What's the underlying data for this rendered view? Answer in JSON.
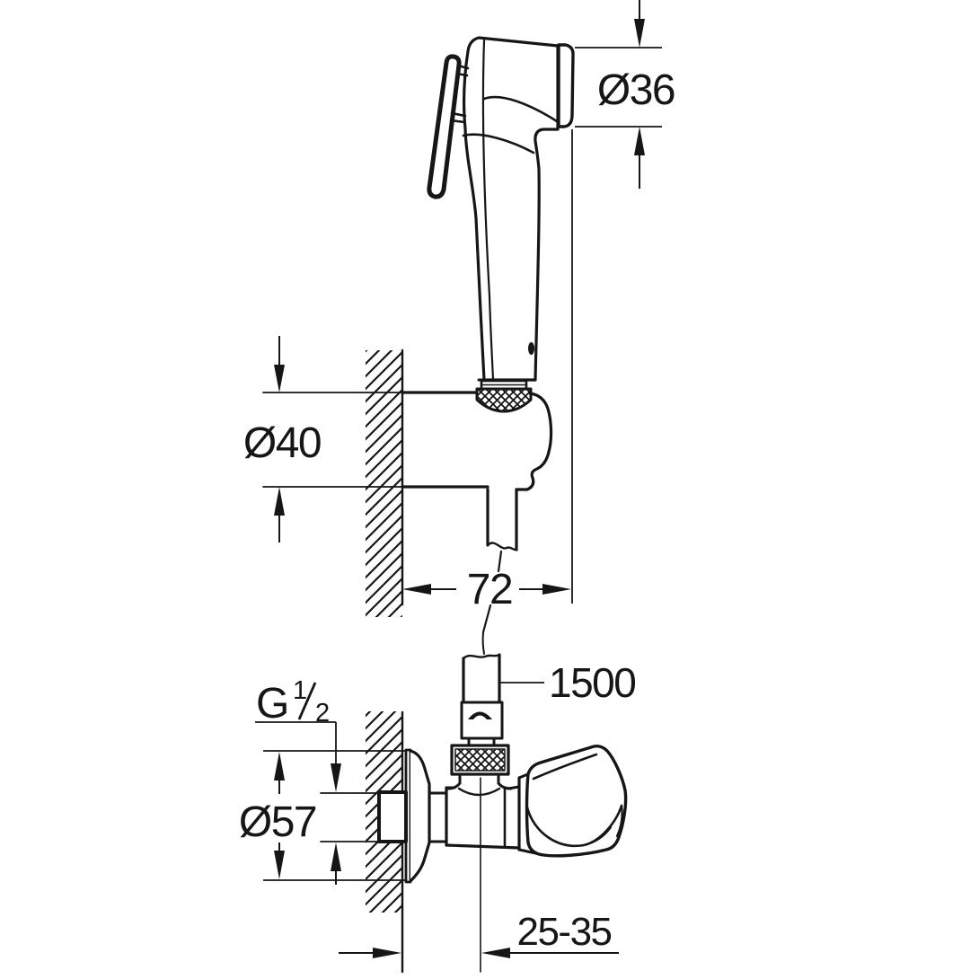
{
  "drawing": {
    "background": "#ffffff",
    "line_color": "#161616",
    "views": {
      "hand_shower_docked": {
        "dim_head_diameter": "Ø36",
        "dim_holder_diameter": "Ø40",
        "dim_wall_to_face": "72"
      },
      "angle_valve": {
        "dim_hose_length": "1500",
        "dim_thread_letter": "G",
        "dim_thread_numerator": "1",
        "dim_thread_denominator": "2",
        "dim_flange_diameter": "Ø57",
        "dim_wall_outlet_range": "25-35"
      }
    }
  }
}
